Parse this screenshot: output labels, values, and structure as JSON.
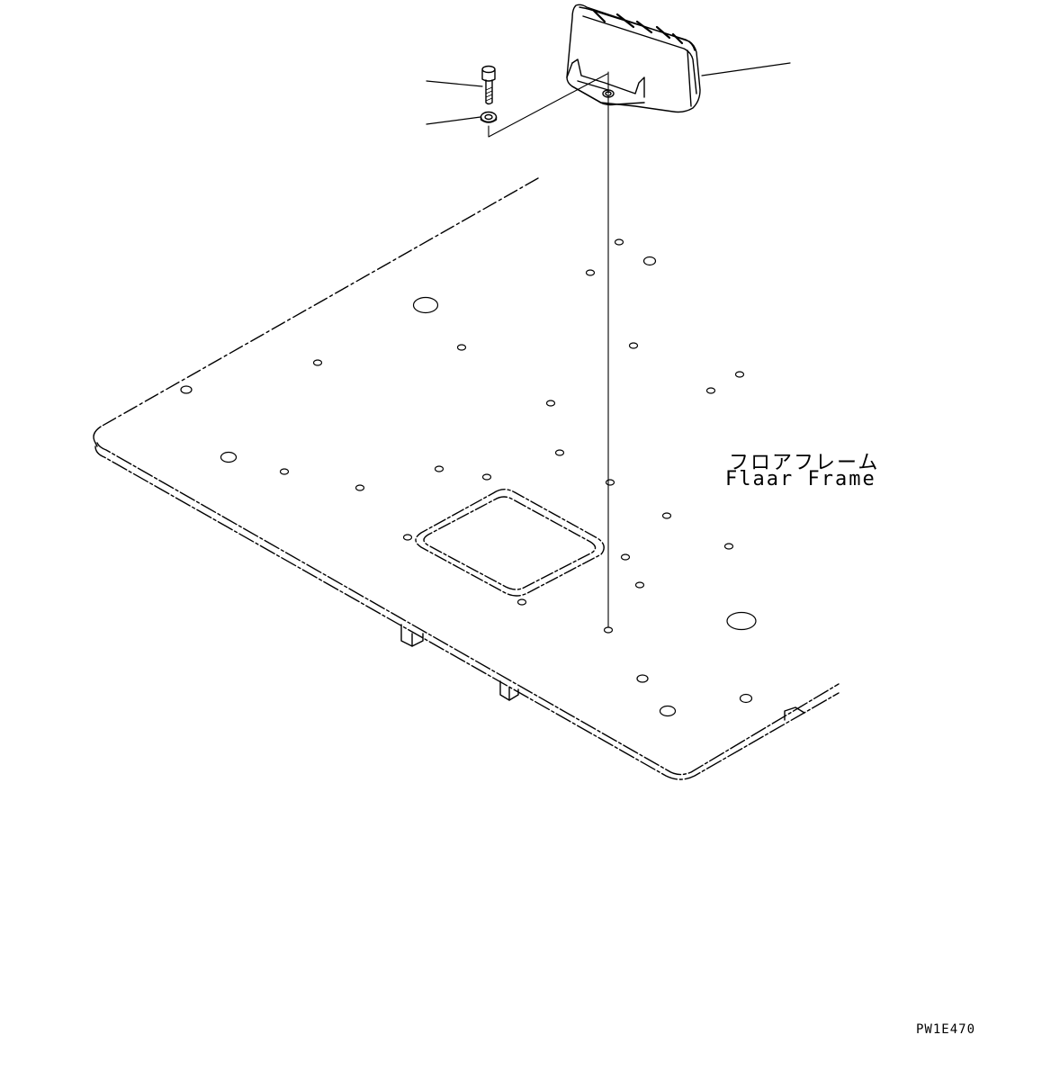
{
  "diagram": {
    "part_label_jp": "フロアフレーム",
    "part_label_en": "Flaar Frame",
    "drawing_code": "PW1E470"
  }
}
